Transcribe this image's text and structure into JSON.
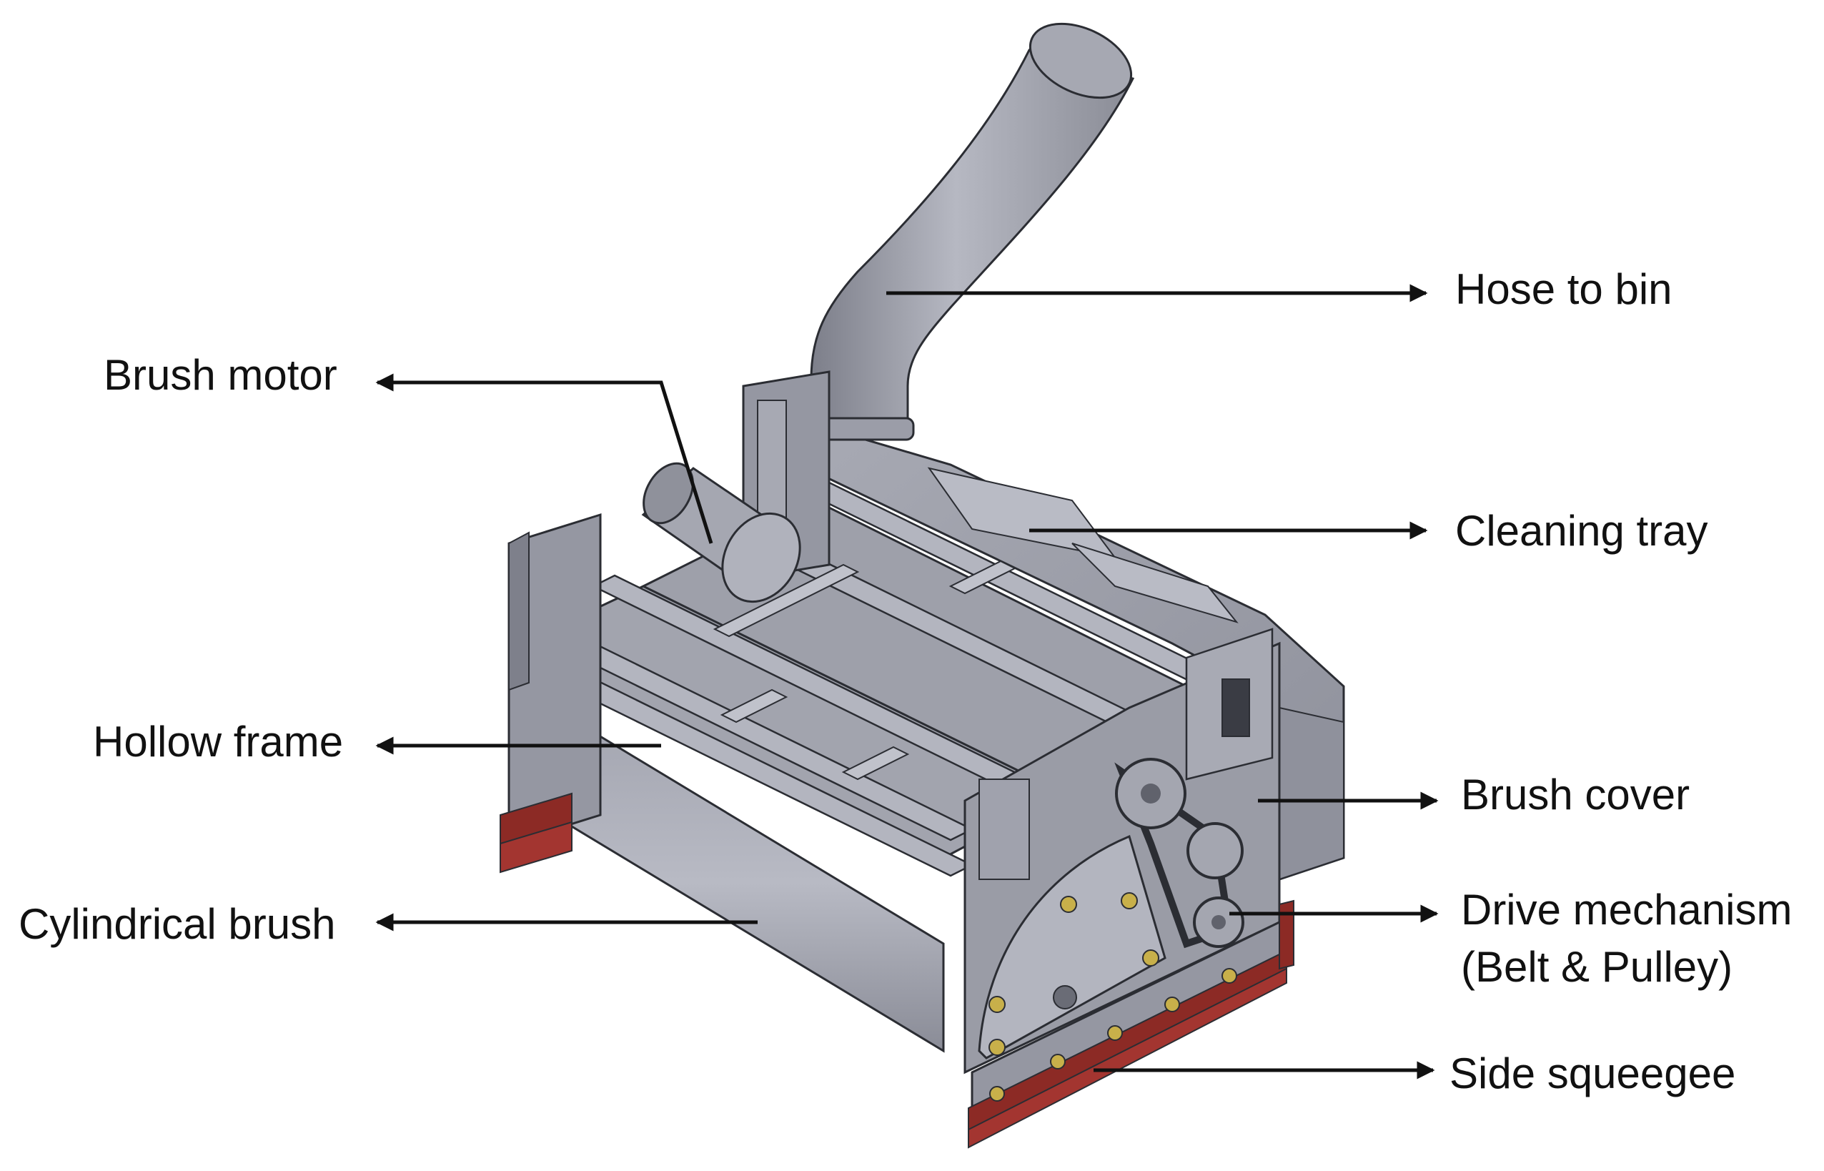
{
  "figure": {
    "labels": {
      "hose_to_bin": "Hose to bin",
      "brush_motor": "Brush motor",
      "cleaning_tray": "Cleaning tray",
      "hollow_frame": "Hollow frame",
      "brush_cover": "Brush cover",
      "drive_mechanism": "Drive mechanism",
      "drive_mechanism_detail": "(Belt & Pulley)",
      "cylindrical_brush": "Cylindrical brush",
      "side_squeegee": "Side squeegee"
    },
    "colors": {
      "body": "#9a9ca6",
      "body_light": "#b4b6c0",
      "body_dark": "#70727c",
      "edge": "#2b2d33",
      "squeegee": "#8c2a25",
      "bolt": "#c8b04a",
      "arrow": "#111111"
    }
  }
}
